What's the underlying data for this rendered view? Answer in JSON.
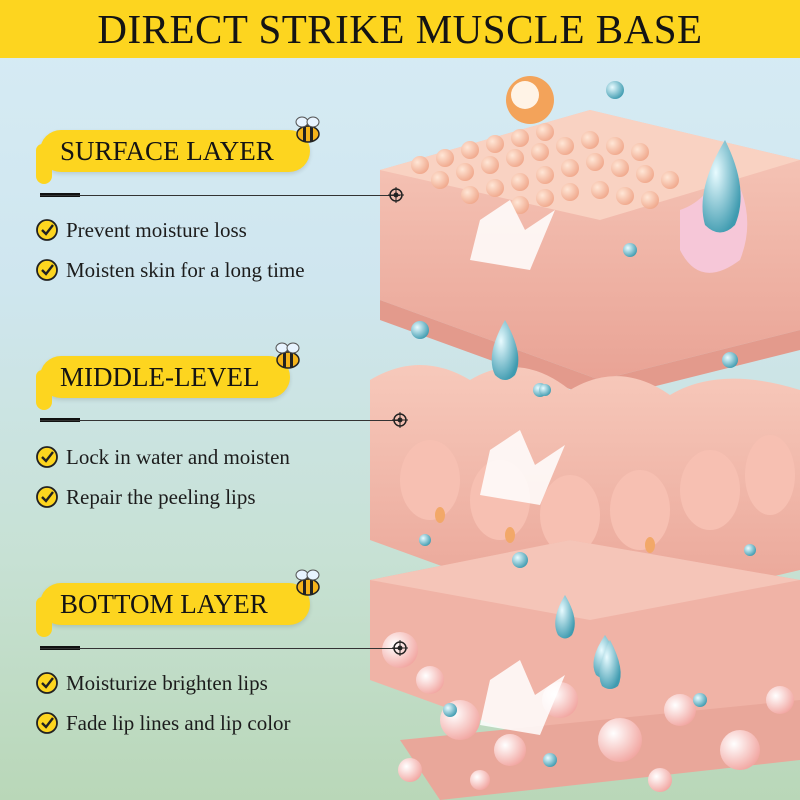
{
  "banner": {
    "title": "DIRECT STRIKE MUSCLE BASE"
  },
  "layers": [
    {
      "label": "SURFACE LAYER",
      "bullets": [
        "Prevent moisture loss",
        "Moisten skin for a long time"
      ]
    },
    {
      "label": "MIDDLE-LEVEL",
      "bullets": [
        "Lock in water and moisten",
        "Repair the peeling lips"
      ]
    },
    {
      "label": "BOTTOM LAYER",
      "bullets": [
        "Moisturize brighten lips",
        "Fade lip lines and lip color"
      ]
    }
  ],
  "icons": {
    "check": "check-circle-icon",
    "bee": "bee-honey-icon",
    "target": "crosshair-icon"
  },
  "colors": {
    "banner": "#fdd51f",
    "badge": "#fdd51f",
    "skin": "#f2b8a9",
    "droplet": "#7fc8d4"
  }
}
